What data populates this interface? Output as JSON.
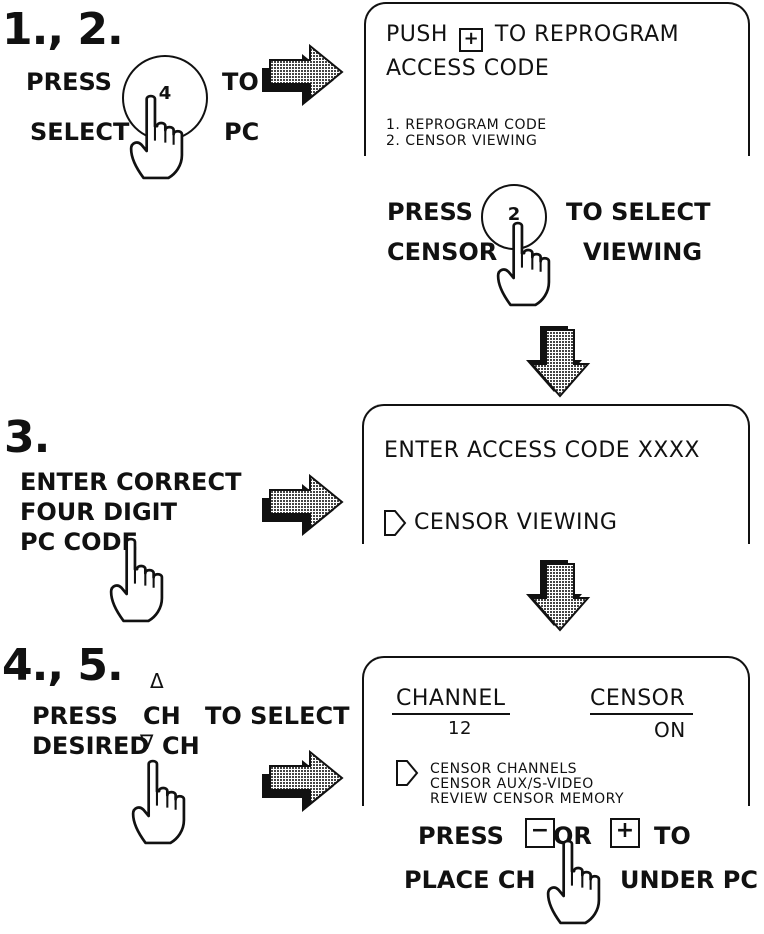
{
  "step1": {
    "heading": "1., 2.",
    "press": "PRESS",
    "key": "4",
    "to": "TO",
    "select": "SELECT",
    "pc": "PC"
  },
  "screen1": {
    "push": "PUSH",
    "plus": "+",
    "reprogram": "TO REPROGRAM",
    "access": "ACCESS CODE",
    "options": [
      "1. REPROGRAM CODE",
      "2. CENSOR VIEWING"
    ]
  },
  "press2": {
    "press": "PRESS",
    "key": "2",
    "to_select": "TO SELECT",
    "censor": "CENSOR",
    "viewing": "VIEWING"
  },
  "step3": {
    "heading": "3.",
    "lines": [
      "ENTER CORRECT",
      "FOUR DIGIT",
      "PC CODE"
    ]
  },
  "screen3": {
    "title": "ENTER ACCESS CODE XXXX",
    "item": "CENSOR VIEWING"
  },
  "step4": {
    "heading": "4., 5.",
    "press": "PRESS",
    "ch": "CH",
    "to_select": "TO SELECT",
    "desired": "DESIRED",
    "ch2": "CH",
    "up": "Δ",
    "down": "∇"
  },
  "screen4": {
    "channel_label": "CHANNEL",
    "channel_value": "12",
    "censor_label": "CENSOR",
    "censor_value": "ON",
    "menu": [
      "CENSOR CHANNELS",
      "CENSOR AUX/S-VIDEO",
      "REVIEW CENSOR MEMORY"
    ]
  },
  "bottom": {
    "press": "PRESS",
    "minus": "−",
    "or": "OR",
    "plus": "+",
    "to": "TO",
    "place": "PLACE CH",
    "under": "UNDER PC"
  },
  "icons": [
    "hand-pointer-icon",
    "arrow-right-icon",
    "arrow-down-icon",
    "triangle-pointer-icon"
  ],
  "colors": {
    "ink": "#111111",
    "arrow_fill": "#bbbbbb",
    "background": "#ffffff"
  }
}
